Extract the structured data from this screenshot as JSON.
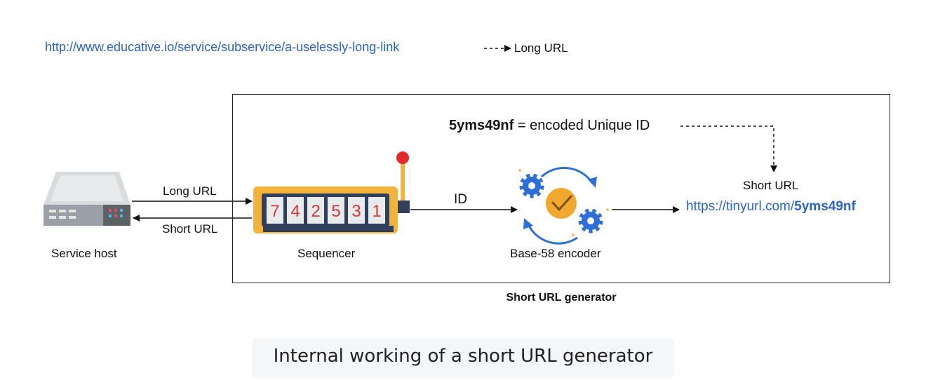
{
  "long_url": {
    "link": "http://www.educative.io/service/subservice/a-uselessly-long-link",
    "tag": "Long URL"
  },
  "service_host": {
    "label": "Service host"
  },
  "arrows": {
    "long_url": "Long URL",
    "short_url": "Short URL",
    "id": "ID"
  },
  "sequencer": {
    "label": "Sequencer",
    "digits": [
      "7",
      "4",
      "2",
      "5",
      "3",
      "1"
    ]
  },
  "encoder": {
    "label": "Base-58 encoder"
  },
  "encoded_id": {
    "value": "5yms49nf",
    "rest": " = encoded Unique ID"
  },
  "short_url": {
    "label": "Short URL",
    "prefix": "https://tinyurl.com/",
    "code": "5yms49nf"
  },
  "generator": {
    "title": "Short URL generator"
  },
  "caption": "Internal working of a short URL generator",
  "colors": {
    "link": "#2a63c7",
    "sequencer_frame": "#f1b33b",
    "sequencer_panel": "#2f3f5c",
    "digit": "#d8373b",
    "encoder_blue": "#2e6ed8",
    "check_orange": "#f0a92e"
  }
}
